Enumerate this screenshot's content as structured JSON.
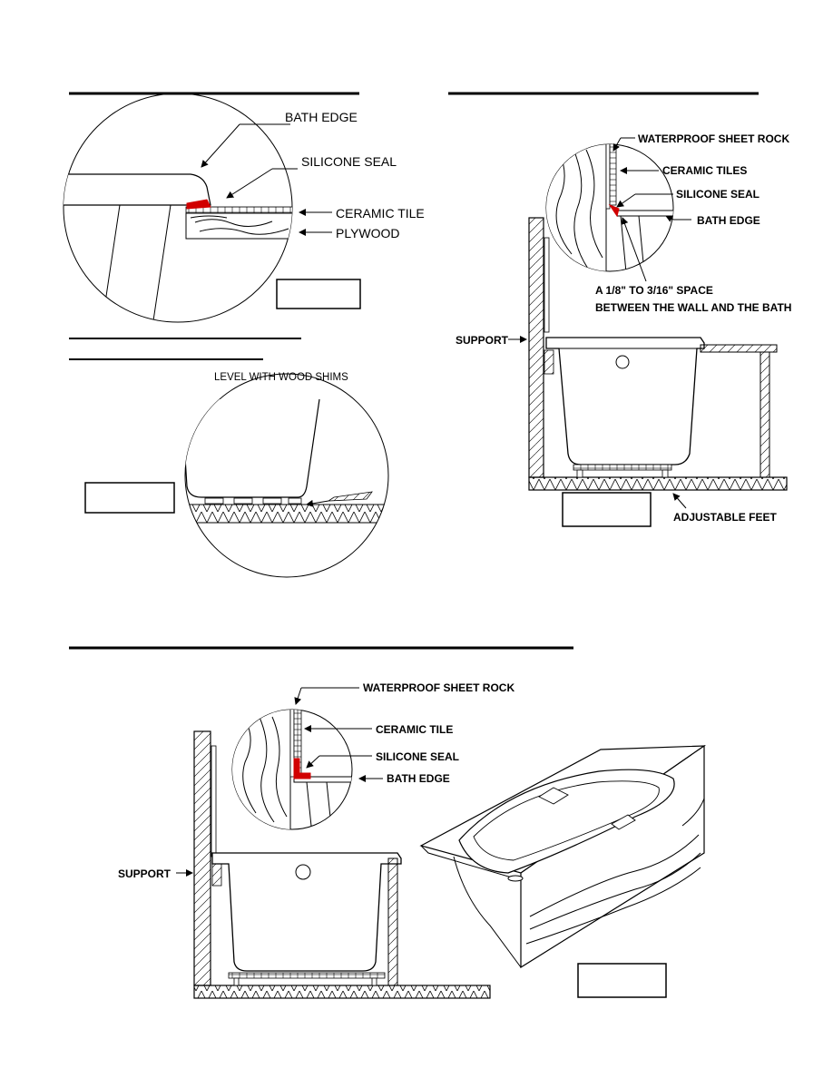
{
  "colors": {
    "seal": "#d10000",
    "line": "#000000",
    "background": "#ffffff"
  },
  "labels": {
    "bath_edge": "BATH EDGE",
    "silicone_seal": "SILICONE SEAL",
    "ceramic_tile": "CERAMIC TILE",
    "ceramic_tiles": "CERAMIC TILES",
    "plywood": "PLYWOOD",
    "level_with_wood_shims": "LEVEL WITH WOOD SHIMS",
    "waterproof_sheet_rock": "WATERPROOF SHEET ROCK",
    "space_line1": "A 1/8\" TO 3/16\" SPACE",
    "space_line2": "BETWEEN THE WALL AND THE BATH",
    "support": "SUPPORT",
    "adjustable_feet": "ADJUSTABLE FEET"
  },
  "icons": [
    "hatch-pattern",
    "wood-grain-pattern",
    "arrow-pointer",
    "drain-hole"
  ]
}
